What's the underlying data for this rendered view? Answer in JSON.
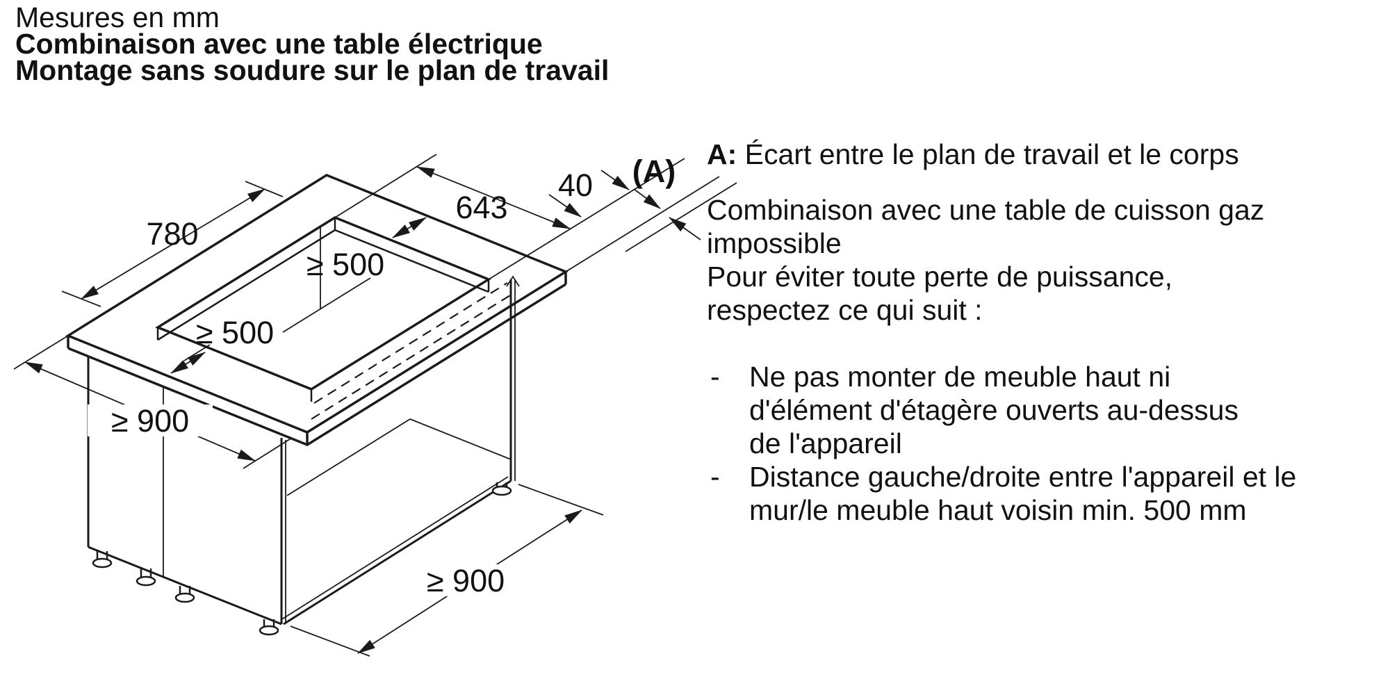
{
  "header": {
    "line1": "Mesures en mm",
    "line2": "Combinaison avec une table électrique",
    "line3": "Montage sans soudure sur le plan de travail"
  },
  "note": {
    "label": "A:",
    "text": " Écart entre le plan de travail et le corps"
  },
  "paragraphs": {
    "p1": "Combinaison avec une table de cuisson gaz",
    "p2": "impossible",
    "p3": "Pour éviter toute perte de puissance,",
    "p4": "respectez ce qui suit :"
  },
  "bullets": [
    {
      "dash": "-",
      "lines": [
        "Ne pas monter de meuble haut ni",
        "d'élément d'étagère ouverts au-dessus",
        "de l'appareil"
      ]
    },
    {
      "dash": "-",
      "lines": [
        "Distance gauche/droite entre l'appareil et le",
        "mur/le meuble haut voisin min. 500 mm"
      ]
    }
  ],
  "diagram": {
    "worktop_depth": "780",
    "cutout_width": "643",
    "edge_distance": "40",
    "gap_label": "(A)",
    "clearance_back": "≥ 500",
    "clearance_front": "≥ 500",
    "min_depth_left": "≥ 900",
    "min_depth_bottom": "≥ 900"
  },
  "colors": {
    "line": "#1a1a1a",
    "background": "#ffffff",
    "text": "#111111"
  }
}
